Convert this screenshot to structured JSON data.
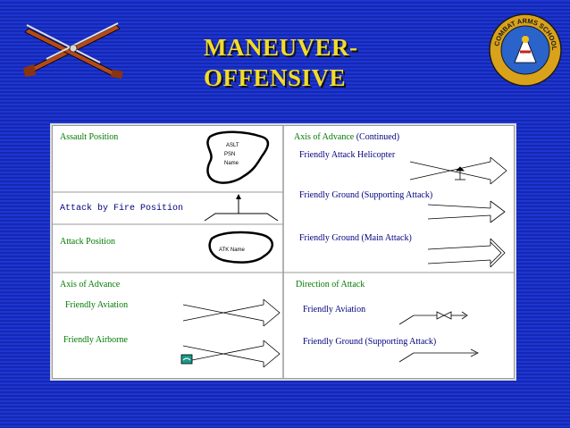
{
  "title": {
    "line1": "MANEUVER-",
    "line2": "OFFENSIVE"
  },
  "seal_text": {
    "top": "COMBAT ARMS SCHOOL"
  },
  "left": {
    "assault_position": "Assault Position",
    "assault_inside": [
      "ASLT",
      "PSN",
      "Name"
    ],
    "attack_by_fire": "Attack by Fire Position",
    "attack_position": "Attack Position",
    "attack_inside": "ATK Name",
    "axis_of_advance": "Axis of Advance",
    "friendly_aviation": "Friendly Aviation",
    "friendly_airborne": "Friendly Airborne"
  },
  "right": {
    "axis_heading": "Axis of Advance",
    "axis_continued": "(Continued)",
    "attack_helicopter": "Friendly Attack Helicopter",
    "ground_supporting": "Friendly Ground (Supporting Attack)",
    "ground_main": "Friendly Ground (Main Attack)",
    "direction_heading": "Direction of Attack",
    "dir_aviation": "Friendly Aviation",
    "dir_ground_supporting": "Friendly Ground  (Supporting Attack)"
  },
  "colors": {
    "title": "#f2dc2a",
    "label_green": "#007a00",
    "label_blue": "#000080",
    "background": "#1a2fc4"
  }
}
